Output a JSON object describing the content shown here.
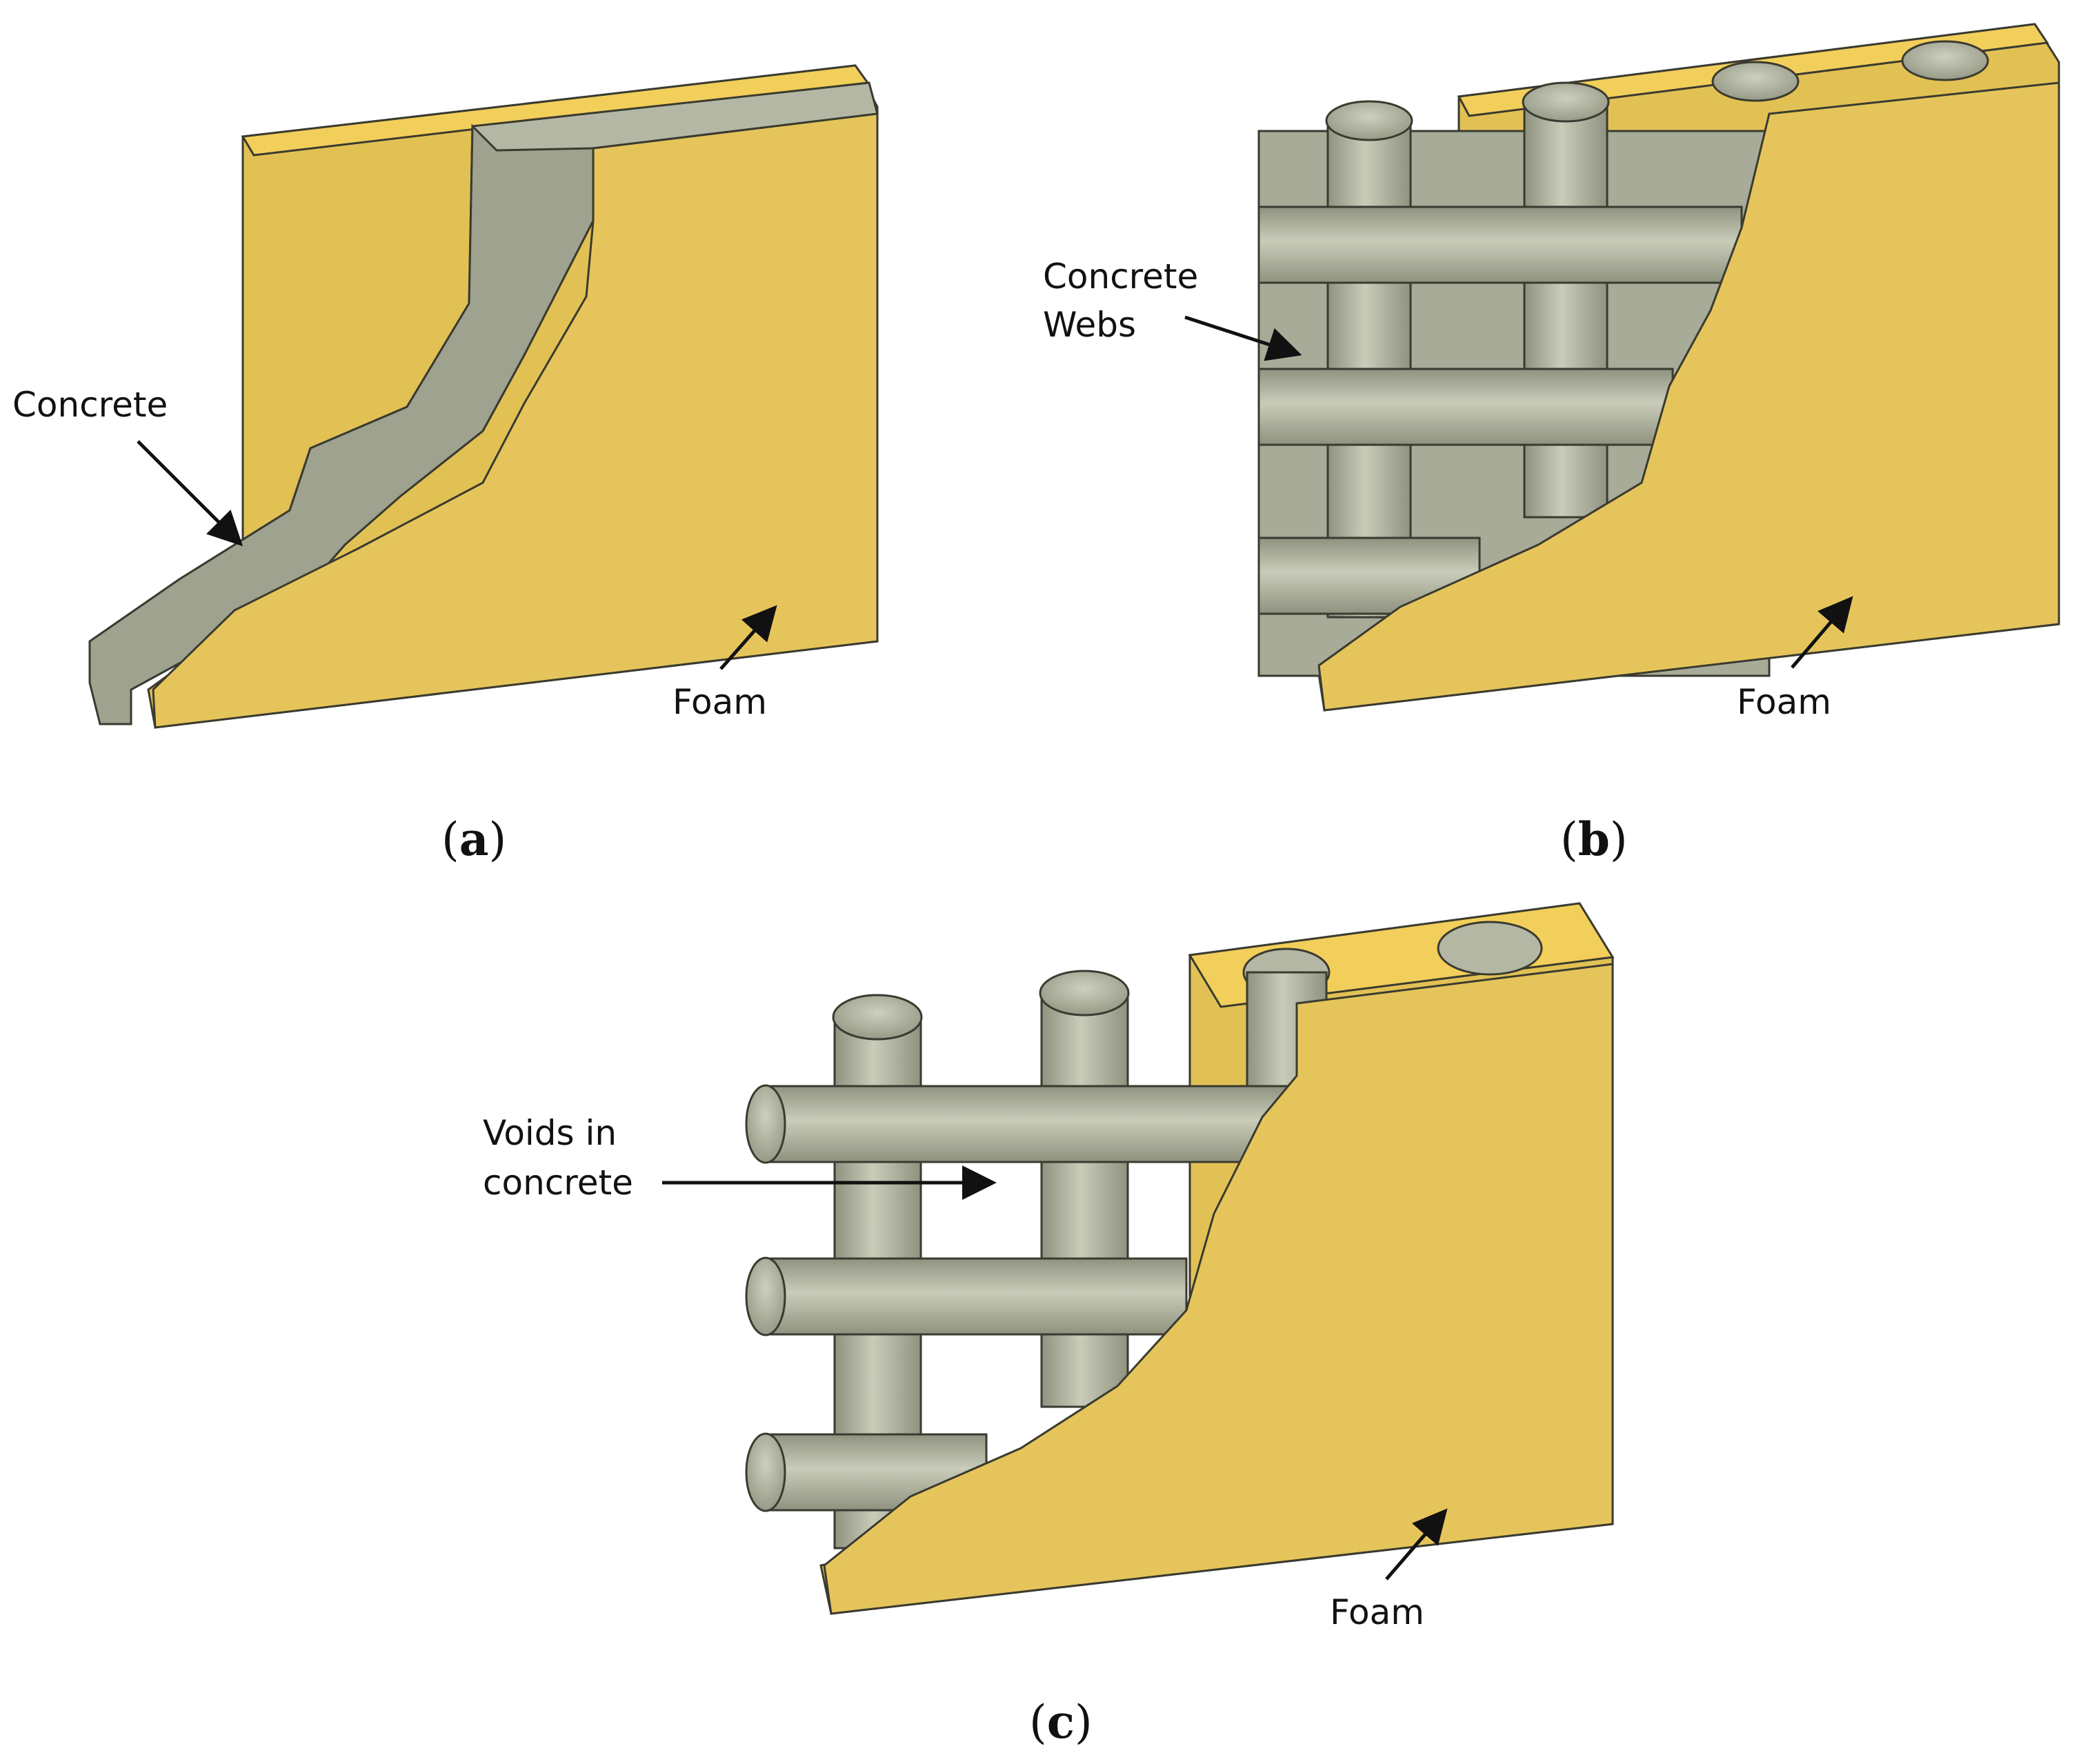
{
  "panels": {
    "a": {
      "caption_open": "(",
      "caption_letter": "a",
      "caption_close": ")",
      "concrete_label": "Concrete",
      "foam_label": "Foam"
    },
    "b": {
      "caption_open": "(",
      "caption_letter": "b",
      "caption_close": ")",
      "webs_label_line1": "Concrete",
      "webs_label_line2": "Webs",
      "foam_label": "Foam"
    },
    "c": {
      "caption_open": "(",
      "caption_letter": "c",
      "caption_close": ")",
      "voids_label_line1": "Voids in",
      "voids_label_line2": "concrete",
      "foam_label": "Foam"
    }
  },
  "colors": {
    "foam_face": "#E2C154",
    "foam_top": "#F2CF5A",
    "foam_edge": "#C9A63C",
    "concrete_face": "#B4B7A3",
    "concrete_light": "#C8CBB8",
    "concrete_dark": "#8E927F",
    "outline": "#3A3A30"
  }
}
